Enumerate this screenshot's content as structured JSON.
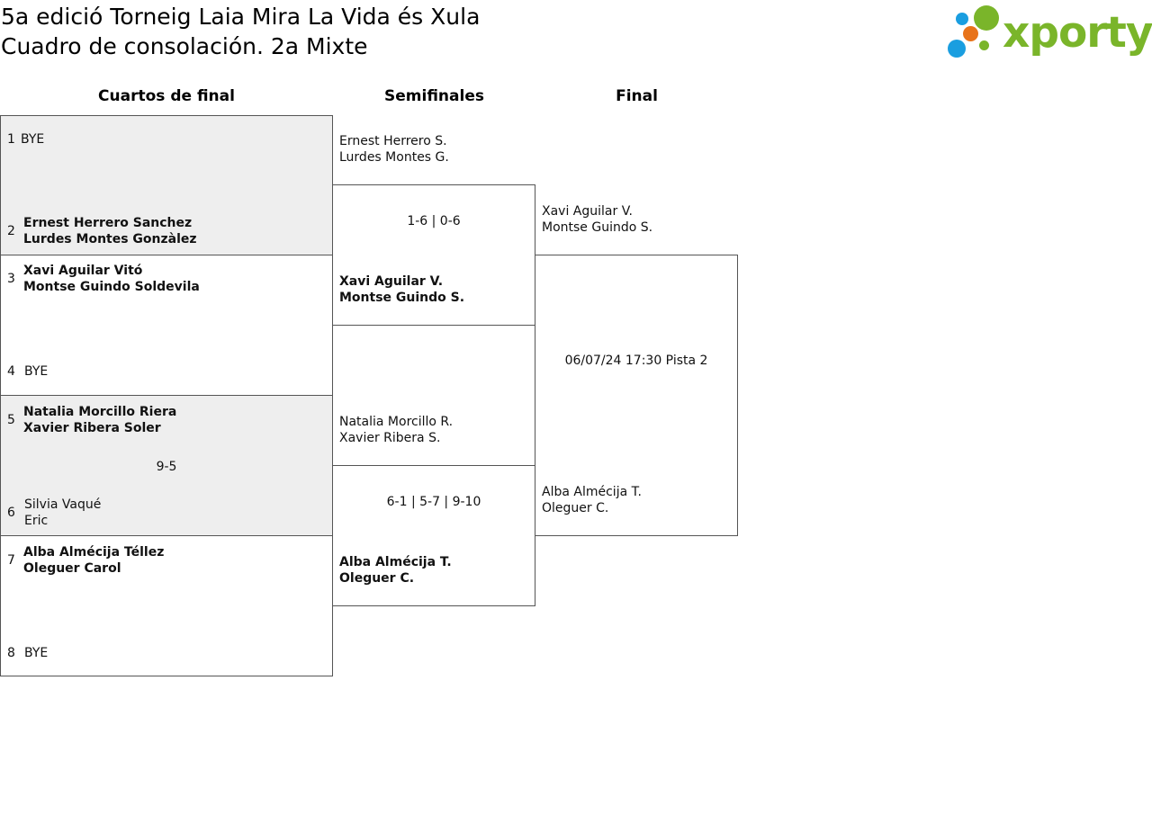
{
  "header": {
    "title_line1": "5a edició Torneig Laia Mira La Vida és Xula",
    "title_line2": "Cuadro de consolación. 2a Mixte"
  },
  "logo": {
    "text": "xporty",
    "colors": {
      "green": "#7ab52a",
      "blue": "#1a9ee0",
      "orange": "#e8731a"
    }
  },
  "rounds": [
    "Cuartos de final",
    "Semifinales",
    "Final"
  ],
  "quarterfinals": [
    {
      "seed": "1",
      "names": [
        "BYE"
      ],
      "win": false
    },
    {
      "seed": "2",
      "names": [
        "Ernest Herrero Sanchez",
        "Lurdes Montes Gonzàlez"
      ],
      "win": true
    },
    {
      "seed": "3",
      "names": [
        "Xavi Aguilar Vitó",
        "Montse Guindo Soldevila"
      ],
      "win": true
    },
    {
      "seed": "4",
      "names": [
        "BYE"
      ],
      "win": false
    },
    {
      "seed": "5",
      "names": [
        "Natalia Morcillo Riera",
        "Xavier Ribera Soler"
      ],
      "win": true
    },
    {
      "seed": "6",
      "names": [
        "Silvia Vaqué",
        "Eric"
      ],
      "win": false
    },
    {
      "seed": "7",
      "names": [
        "Alba Almécija Téllez",
        "Oleguer Carol"
      ],
      "win": true
    },
    {
      "seed": "8",
      "names": [
        "BYE"
      ],
      "win": false
    }
  ],
  "quarterfinal_scores": [
    "",
    "",
    "9-5",
    ""
  ],
  "semifinals": [
    {
      "top": [
        "Ernest Herrero S.",
        "Lurdes Montes G."
      ],
      "bottom": [
        "Xavi Aguilar V.",
        "Montse Guindo S."
      ],
      "score": "1-6 | 0-6",
      "winner": "bottom"
    },
    {
      "top": [
        "Natalia Morcillo R.",
        "Xavier Ribera S."
      ],
      "bottom": [
        "Alba Almécija T.",
        "Oleguer C."
      ],
      "score": "6-1 | 5-7 | 9-10",
      "winner": "bottom"
    }
  ],
  "final": {
    "top": [
      "Xavi Aguilar V.",
      "Montse Guindo S."
    ],
    "bottom": [
      "Alba Almécija T.",
      "Oleguer C."
    ],
    "schedule": "06/07/24 17:30 Pista 2"
  }
}
